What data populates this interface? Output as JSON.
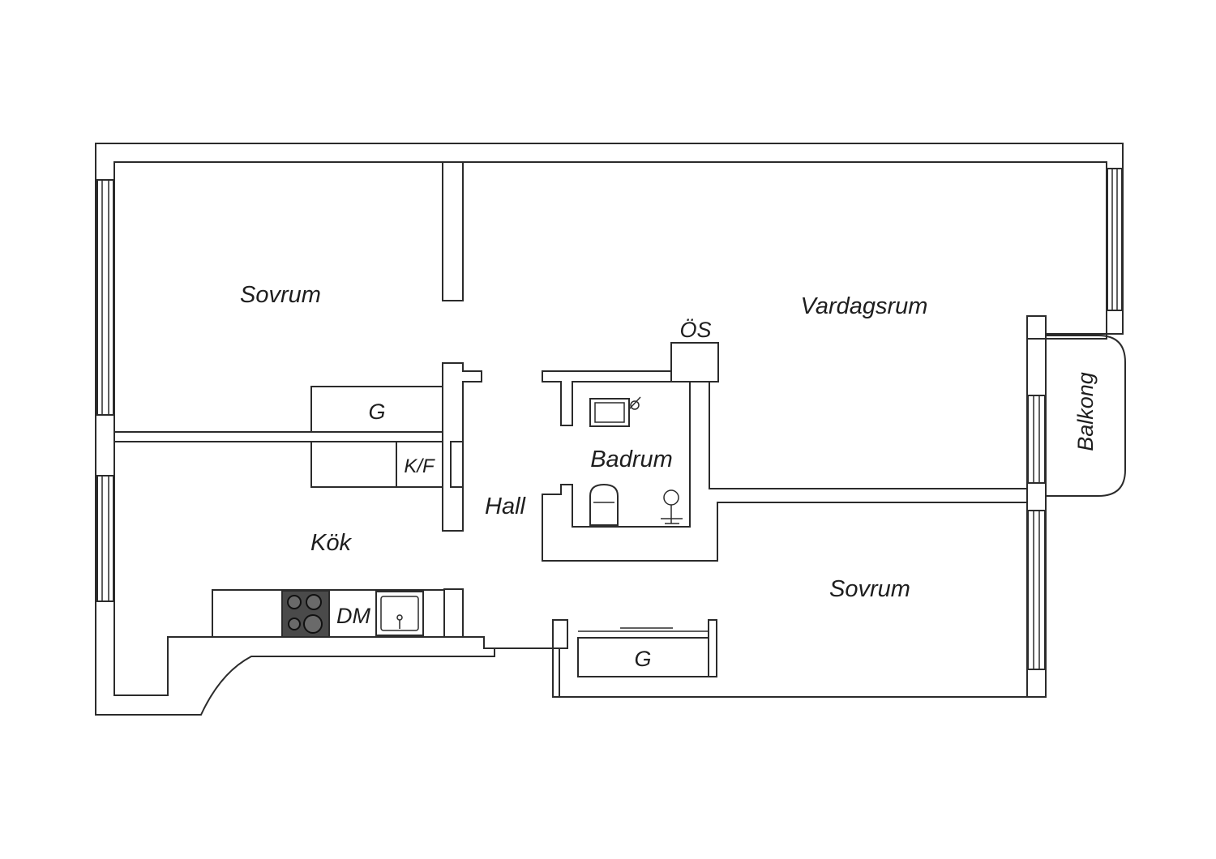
{
  "plan": {
    "rooms": {
      "bedroom_top": "Sovrum",
      "living_room": "Vardagsrum",
      "kitchen": "Kök",
      "hall": "Hall",
      "bathroom": "Badrum",
      "bedroom_bottom": "Sovrum",
      "balcony": "Balkong"
    },
    "fixtures": {
      "wardrobe_top": "G",
      "wardrobe_bottom": "G",
      "fridge_freezer": "K/F",
      "dishwasher": "DM",
      "shaft": "ÖS"
    },
    "colors": {
      "line": "#2b2b2b",
      "stove": "#4a4a4a",
      "background": "#ffffff"
    }
  }
}
